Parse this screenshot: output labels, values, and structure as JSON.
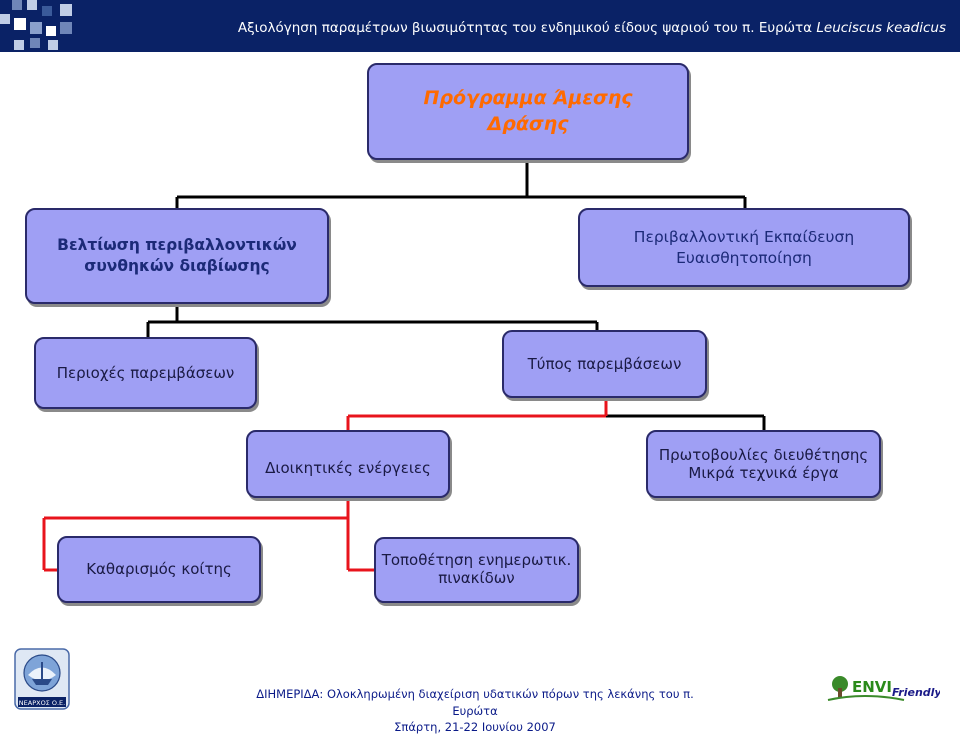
{
  "header": {
    "title_prefix": "Αξιολόγηση παραμέτρων βιωσιμότητας του ενδημικού είδους ψαριού του π. Ευρώτα ",
    "title_species": "Leuciscus keadicus"
  },
  "boxes": {
    "top": {
      "line1": "Πρόγραμμα Άμεσης",
      "line2": "Δράσης"
    },
    "living_conditions": {
      "line1": "Βελτίωση περιβαλλοντικών",
      "line2": "συνθηκών διαβίωσης"
    },
    "education": {
      "line1": "Περιβαλλοντική Εκπαίδευση",
      "line2": "Ευαισθητοποίηση"
    },
    "areas": {
      "line1": "Περιοχές παρεμβάσεων"
    },
    "types": {
      "line1": "Τύπος παρεμβάσεων"
    },
    "admin": {
      "line1": "Διοικητικές ενέργειες"
    },
    "initiatives": {
      "line1": "Πρωτοβουλίες διευθέτησης",
      "line2": "Μικρά τεχνικά έργα"
    },
    "bed_cleaning": {
      "line1": "Καθαρισμός κοίτης"
    },
    "signs": {
      "line1": "Τοποθέτηση ενημερωτικ.",
      "line2": "πινακίδων"
    }
  },
  "footer": {
    "line1": "ΔΙΗΜΕΡΙΔΑ: Ολοκληρωμένη διαχείριση υδατικών πόρων της λεκάνης του π. Ευρώτα",
    "line2": "Σπάρτη, 21-22 Ιουνίου 2007"
  },
  "logos": {
    "left_logo_text": "ΝΕΑΡΧΟΣ Ο.Ε.",
    "right_logo_text_a": "ENVI",
    "right_logo_text_b": "Friendly"
  },
  "colors": {
    "header_bg": "#0a2266",
    "box_fill": "#9f9ff4",
    "box_border": "#2a2a6a",
    "connector_black": "#000000",
    "connector_red": "#e8141c",
    "top_title": "#ff6a00",
    "footer_text": "#0a1a88"
  }
}
